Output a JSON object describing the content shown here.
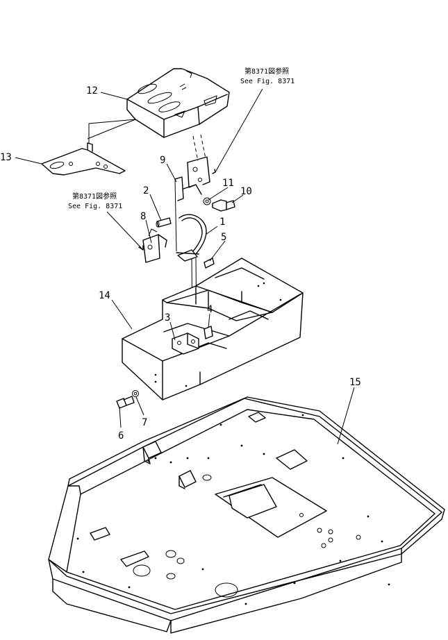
{
  "callouts": [
    {
      "id": "c1",
      "label": "1"
    },
    {
      "id": "c2",
      "label": "2"
    },
    {
      "id": "c3",
      "label": "3"
    },
    {
      "id": "c4",
      "label": "4"
    },
    {
      "id": "c5",
      "label": "5"
    },
    {
      "id": "c6",
      "label": "6"
    },
    {
      "id": "c7",
      "label": "7"
    },
    {
      "id": "c8",
      "label": "8"
    },
    {
      "id": "c9",
      "label": "9"
    },
    {
      "id": "c10",
      "label": "10"
    },
    {
      "id": "c11",
      "label": "11"
    },
    {
      "id": "c12",
      "label": "12"
    },
    {
      "id": "c13",
      "label": "13"
    },
    {
      "id": "c14",
      "label": "14"
    },
    {
      "id": "c15",
      "label": "15"
    }
  ],
  "references": {
    "upper": {
      "jp": "第8371図参照",
      "en": "See Fig. 8371"
    },
    "left": {
      "jp": "第8371図参照",
      "en": "See Fig. 8371"
    }
  }
}
